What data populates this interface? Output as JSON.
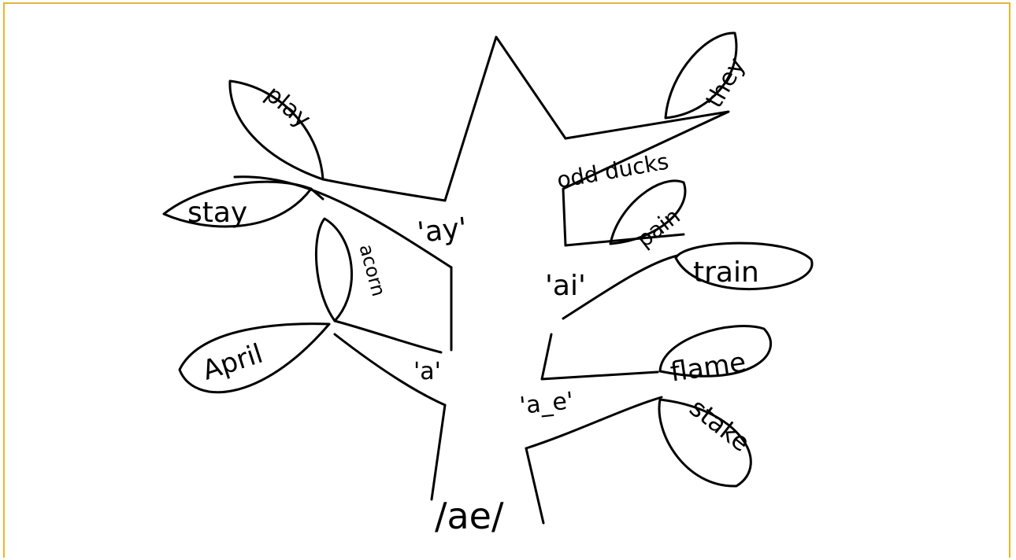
{
  "diagram": {
    "trunk_label": "/ae/",
    "branches": [
      {
        "spelling": "'ay'",
        "words": [
          "play",
          "stay"
        ]
      },
      {
        "spelling": "'a'",
        "words": [
          "acorn",
          "April"
        ]
      },
      {
        "spelling": "'ai'",
        "words": [
          "pain",
          "train"
        ]
      },
      {
        "spelling": "'a_e'",
        "words": [
          "flame",
          "stake"
        ]
      },
      {
        "spelling": "odd ducks",
        "words": [
          "they"
        ]
      }
    ]
  },
  "colors": {
    "border": "#f0b323",
    "ink": "#000000"
  }
}
